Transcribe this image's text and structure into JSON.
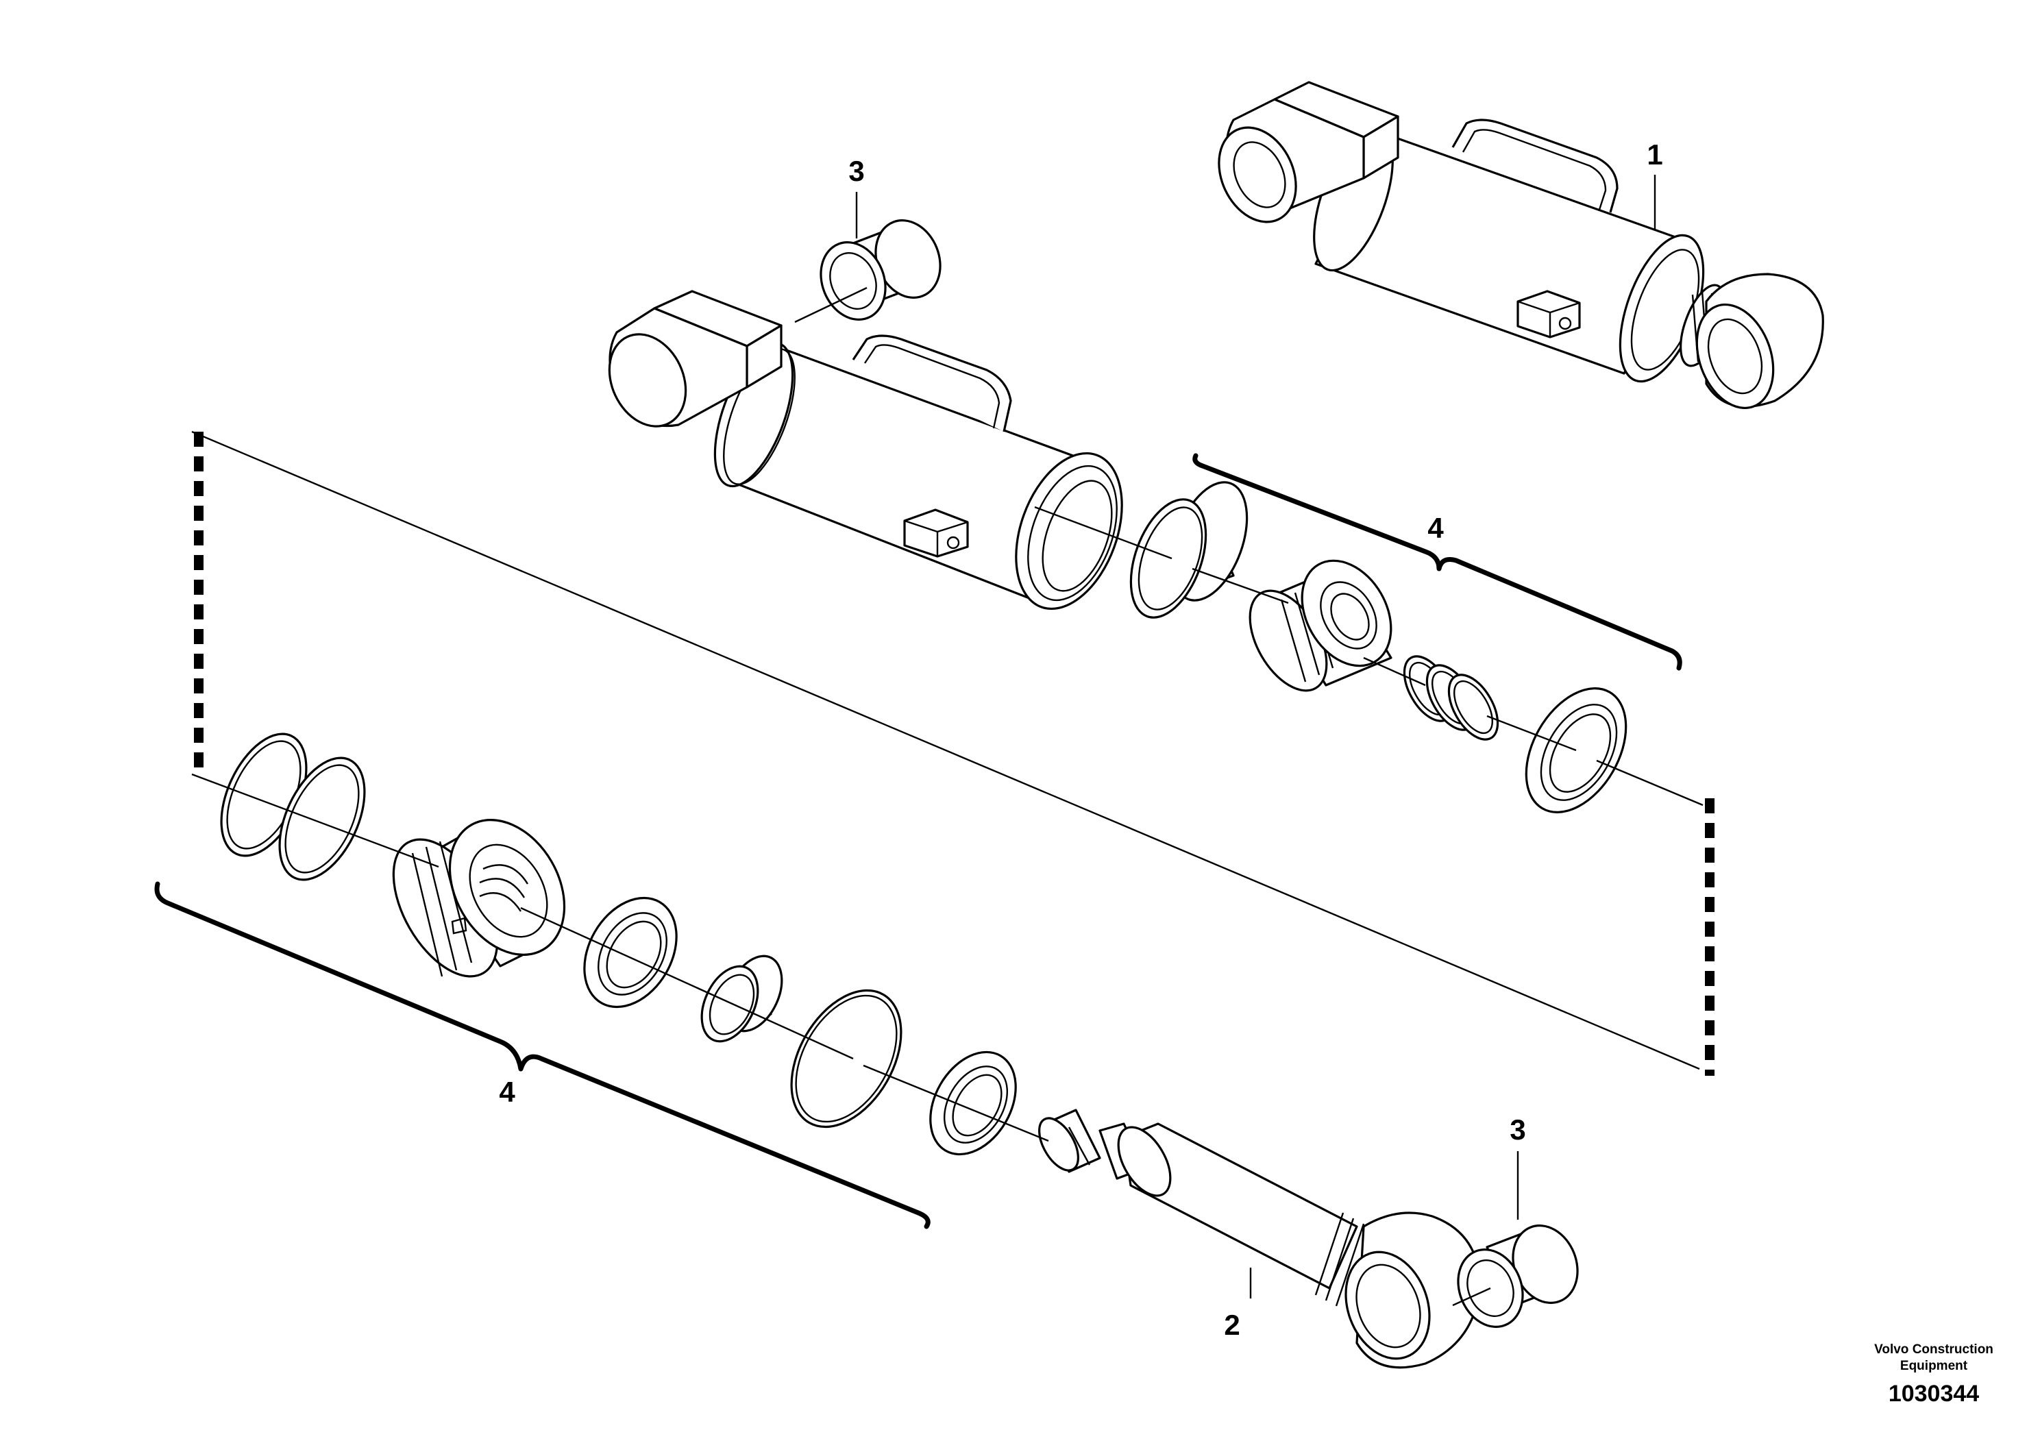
{
  "diagram": {
    "callouts": {
      "cylinder_assembly": "1",
      "piston_rod": "2",
      "bushing_top": "3",
      "bushing_bottom": "3",
      "seal_kit_upper": "4",
      "seal_kit_lower": "4"
    },
    "footer": {
      "brand_line1": "Volvo Construction",
      "brand_line2": "Equipment",
      "drawing_number": "1030344"
    }
  }
}
